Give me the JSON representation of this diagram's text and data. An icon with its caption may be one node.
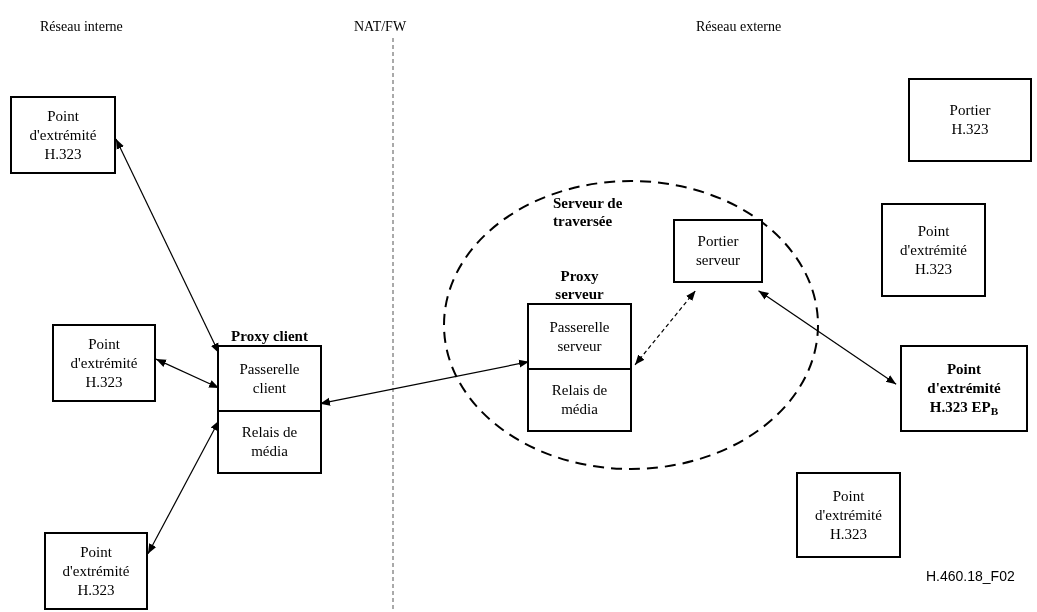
{
  "diagram": {
    "nodes": [
      {
        "text": [
          "Point d'extrémité H.323"
        ]
      },
      {
        "text": [
          "Point d'extrémité H.323"
        ]
      },
      {
        "text": [
          "Proxy client"
        ]
      },
      {
        "text": [
          "Passerelle client"
        ],
        "in": 2
      },
      {
        "text": [
          "Relais de média"
        ],
        "in": 2
      },
      {
        "text": [
          "Point d'extrémité H.323"
        ]
      },
      {
        "text": [
          "Serveur de traversée"
        ]
      },
      {
        "text": [
          "Proxy serveur"
        ],
        "in": 6
      },
      {
        "text": [
          "Passerelle serveur"
        ],
        "in": 7
      },
      {
        "text": [
          "Relais de média"
        ],
        "in": 7
      },
      {
        "text": [
          "Portier serveur"
        ],
        "in": 6
      },
      {
        "text": [
          "Portier H.323"
        ]
      },
      {
        "text": [
          "Point d'extrémité H.323"
        ]
      },
      {
        "text": [
          "Point d'extrémité H.323 EP$_{B}$"
        ]
      },
      {
        "text": [
          "Point d'extrémité H.323"
        ]
      }
    ],
    "edges": [
      {
        "from": 0,
        "to": 3,
        "arrow": "both"
      },
      {
        "from": 1,
        "to": 3,
        "arrow": "both"
      },
      {
        "from": 5,
        "to": 4,
        "arrow": "both"
      },
      {
        "from": 3,
        "to": 8,
        "arrow": "both"
      },
      {
        "from": 8,
        "to": 10,
        "arrow": "both",
        "style": "dashed"
      },
      {
        "from": 10,
        "to": 13,
        "arrow": "both"
      }
    ],
    "labels": [
      "Réseau interne",
      "NAT/FW",
      "Réseau externe",
      "H.460.18_F02"
    ]
  }
}
